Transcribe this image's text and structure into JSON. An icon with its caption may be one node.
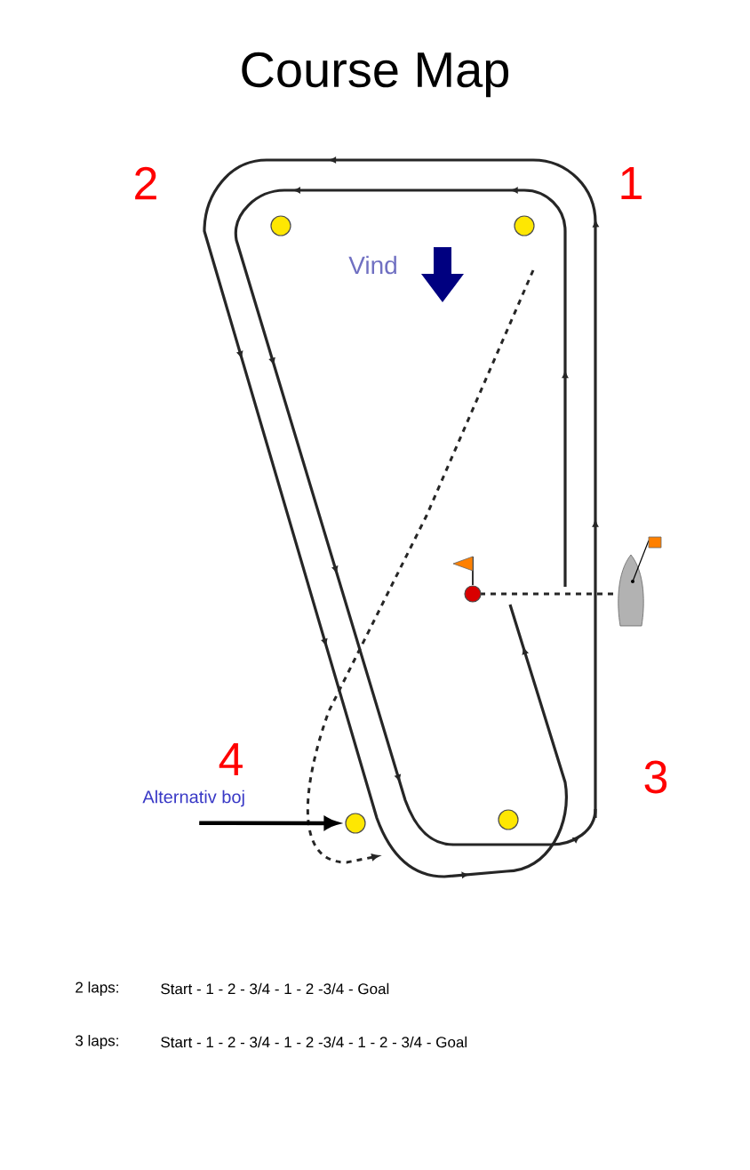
{
  "diagram": {
    "title": "Course Map",
    "nodes": [
      {
        "text": [
          "Alternativ boj"
        ]
      },
      {
        "text": [],
        "shape": "circle"
      }
    ],
    "edges": [
      {
        "from": 0,
        "to": 1,
        "arrow": "to"
      }
    ],
    "labels": [
      "2",
      "1",
      "Vind",
      "4",
      "3",
      "2 laps:",
      "Start - 1 - 2 - 3/4 - 1 - 2 -3/4 - Goal",
      "3 laps:",
      "Start - 1 - 2 - 3/4 - 1 - 2 -3/4 - 1 - 2 - 3/4 - Goal"
    ]
  }
}
